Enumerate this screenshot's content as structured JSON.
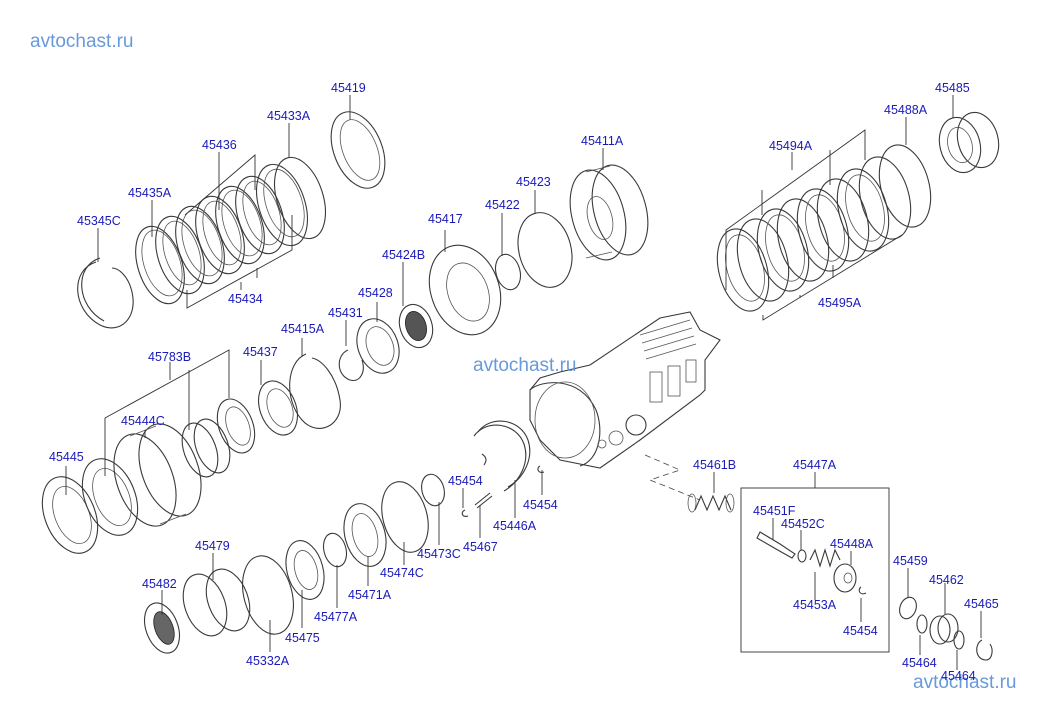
{
  "watermarks": [
    {
      "text": "avtochast.ru"
    },
    {
      "text": "avtochast.ru"
    },
    {
      "text": "avtochast.ru"
    }
  ],
  "callouts": {
    "p45419": "45419",
    "p45433A": "45433A",
    "p45436": "45436",
    "p45435A": "45435A",
    "p45345C": "45345C",
    "p45434": "45434",
    "p45411A": "45411A",
    "p45423": "45423",
    "p45422": "45422",
    "p45417": "45417",
    "p45424B": "45424B",
    "p45428": "45428",
    "p45431": "45431",
    "p45415A": "45415A",
    "p45437": "45437",
    "p45783B": "45783B",
    "p45444C": "45444C",
    "p45445": "45445",
    "p45485": "45485",
    "p45488A": "45488A",
    "p45494A": "45494A",
    "p45495A": "45495A",
    "p45461B": "45461B",
    "p45447A": "45447A",
    "p45451F": "45451F",
    "p45452C": "45452C",
    "p45448A": "45448A",
    "p45453A": "45453A",
    "p45454_kit": "45454",
    "p45459": "45459",
    "p45462": "45462",
    "p45465": "45465",
    "p45464": "45464",
    "p45464b": "45464",
    "p45454_a": "45454",
    "p45454_b": "45454",
    "p45446A": "45446A",
    "p45467": "45467",
    "p45473C": "45473C",
    "p45474C": "45474C",
    "p45471A": "45471A",
    "p45477A": "45477A",
    "p45475": "45475",
    "p45332A": "45332A",
    "p45479": "45479",
    "p45482": "45482"
  }
}
